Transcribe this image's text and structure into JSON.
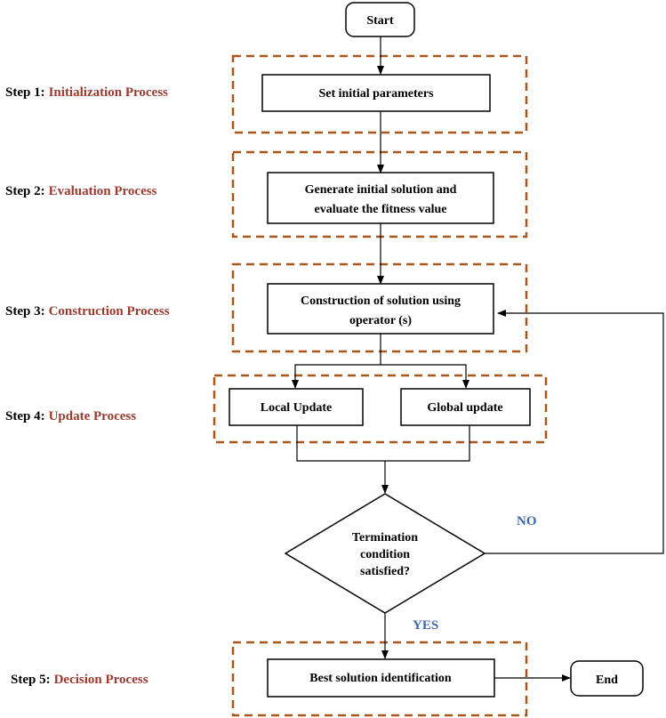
{
  "steps": [
    {
      "num": "Step 1:",
      "name": "Initialization Process"
    },
    {
      "num": "Step 2:",
      "name": "Evaluation Process"
    },
    {
      "num": "Step 3:",
      "name": "Construction Process"
    },
    {
      "num": "Step 4:",
      "name": "Update Process"
    },
    {
      "num": "Step 5:",
      "name": "Decision Process"
    }
  ],
  "nodes": {
    "start": "Start",
    "set_params": "Set initial parameters",
    "generate_line1": "Generate initial solution and",
    "generate_line2": "evaluate the fitness value",
    "construct_line1": "Construction of solution using",
    "construct_line2": "operator (s)",
    "local_update": "Local Update",
    "global_update": "Global update",
    "term_line1": "Termination",
    "term_line2": "condition",
    "term_line3": "satisfied?",
    "best_solution": "Best solution identification",
    "end": "End"
  },
  "branches": {
    "no": "NO",
    "yes": "YES"
  },
  "colors": {
    "step_name": "#9b3a2e",
    "dashed_border": "#a8561a",
    "branch_label": "#3e67a8"
  }
}
